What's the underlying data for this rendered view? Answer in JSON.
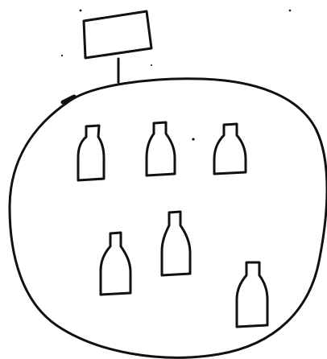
{
  "diagram": {
    "kind": "hand-drawn sketch",
    "ink_color": "#111111",
    "background_color": "#ffffff",
    "elements": {
      "label_box": {
        "shape": "rectangle",
        "text": ""
      },
      "connector": {
        "shape": "line"
      },
      "enclosure": {
        "shape": "closed loop"
      },
      "bottles": {
        "shape": "bottle",
        "count": 6
      }
    }
  }
}
